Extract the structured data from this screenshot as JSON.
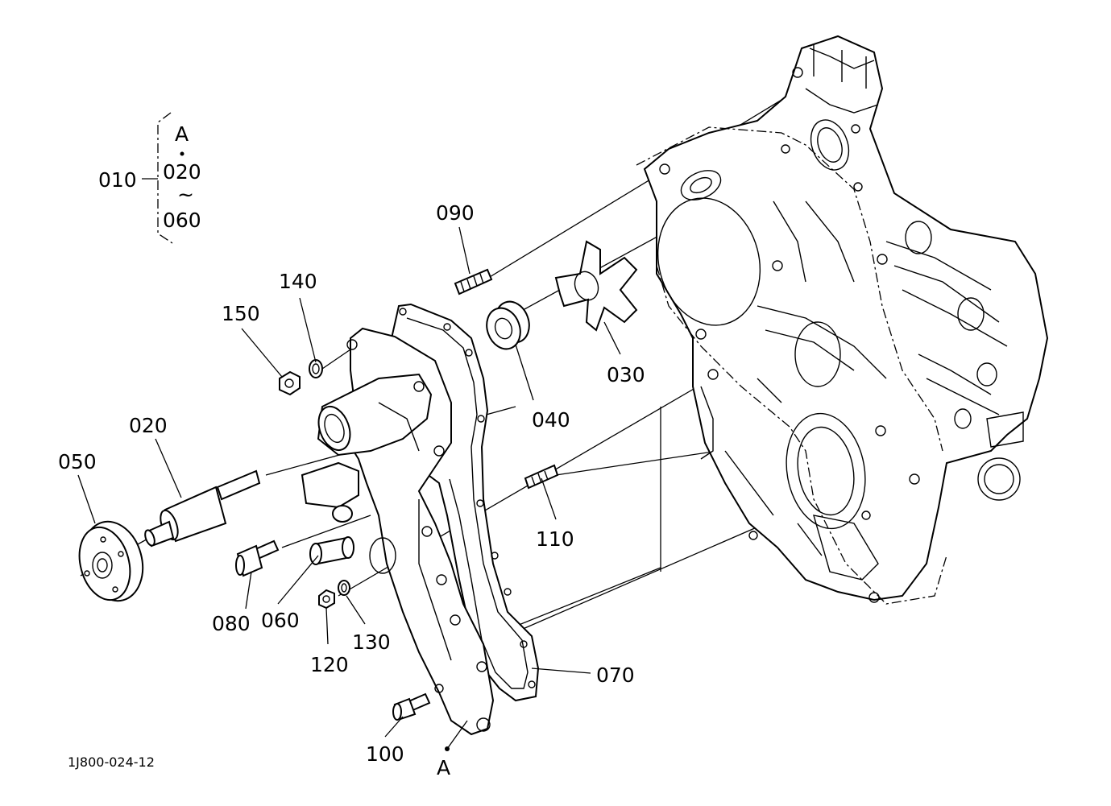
{
  "drawing_code": "1J800-024-12",
  "group": {
    "assembly": "010",
    "top_ref": "A",
    "from": "020",
    "tilde": "~",
    "to": "060"
  },
  "callouts": {
    "p020": "020",
    "p030": "030",
    "p040": "040",
    "p050": "050",
    "p060": "060",
    "p070": "070",
    "p080": "080",
    "p090": "090",
    "p100": "100",
    "p110": "110",
    "p120": "120",
    "p130": "130",
    "p140": "140",
    "p150": "150"
  },
  "ref_point": "A"
}
